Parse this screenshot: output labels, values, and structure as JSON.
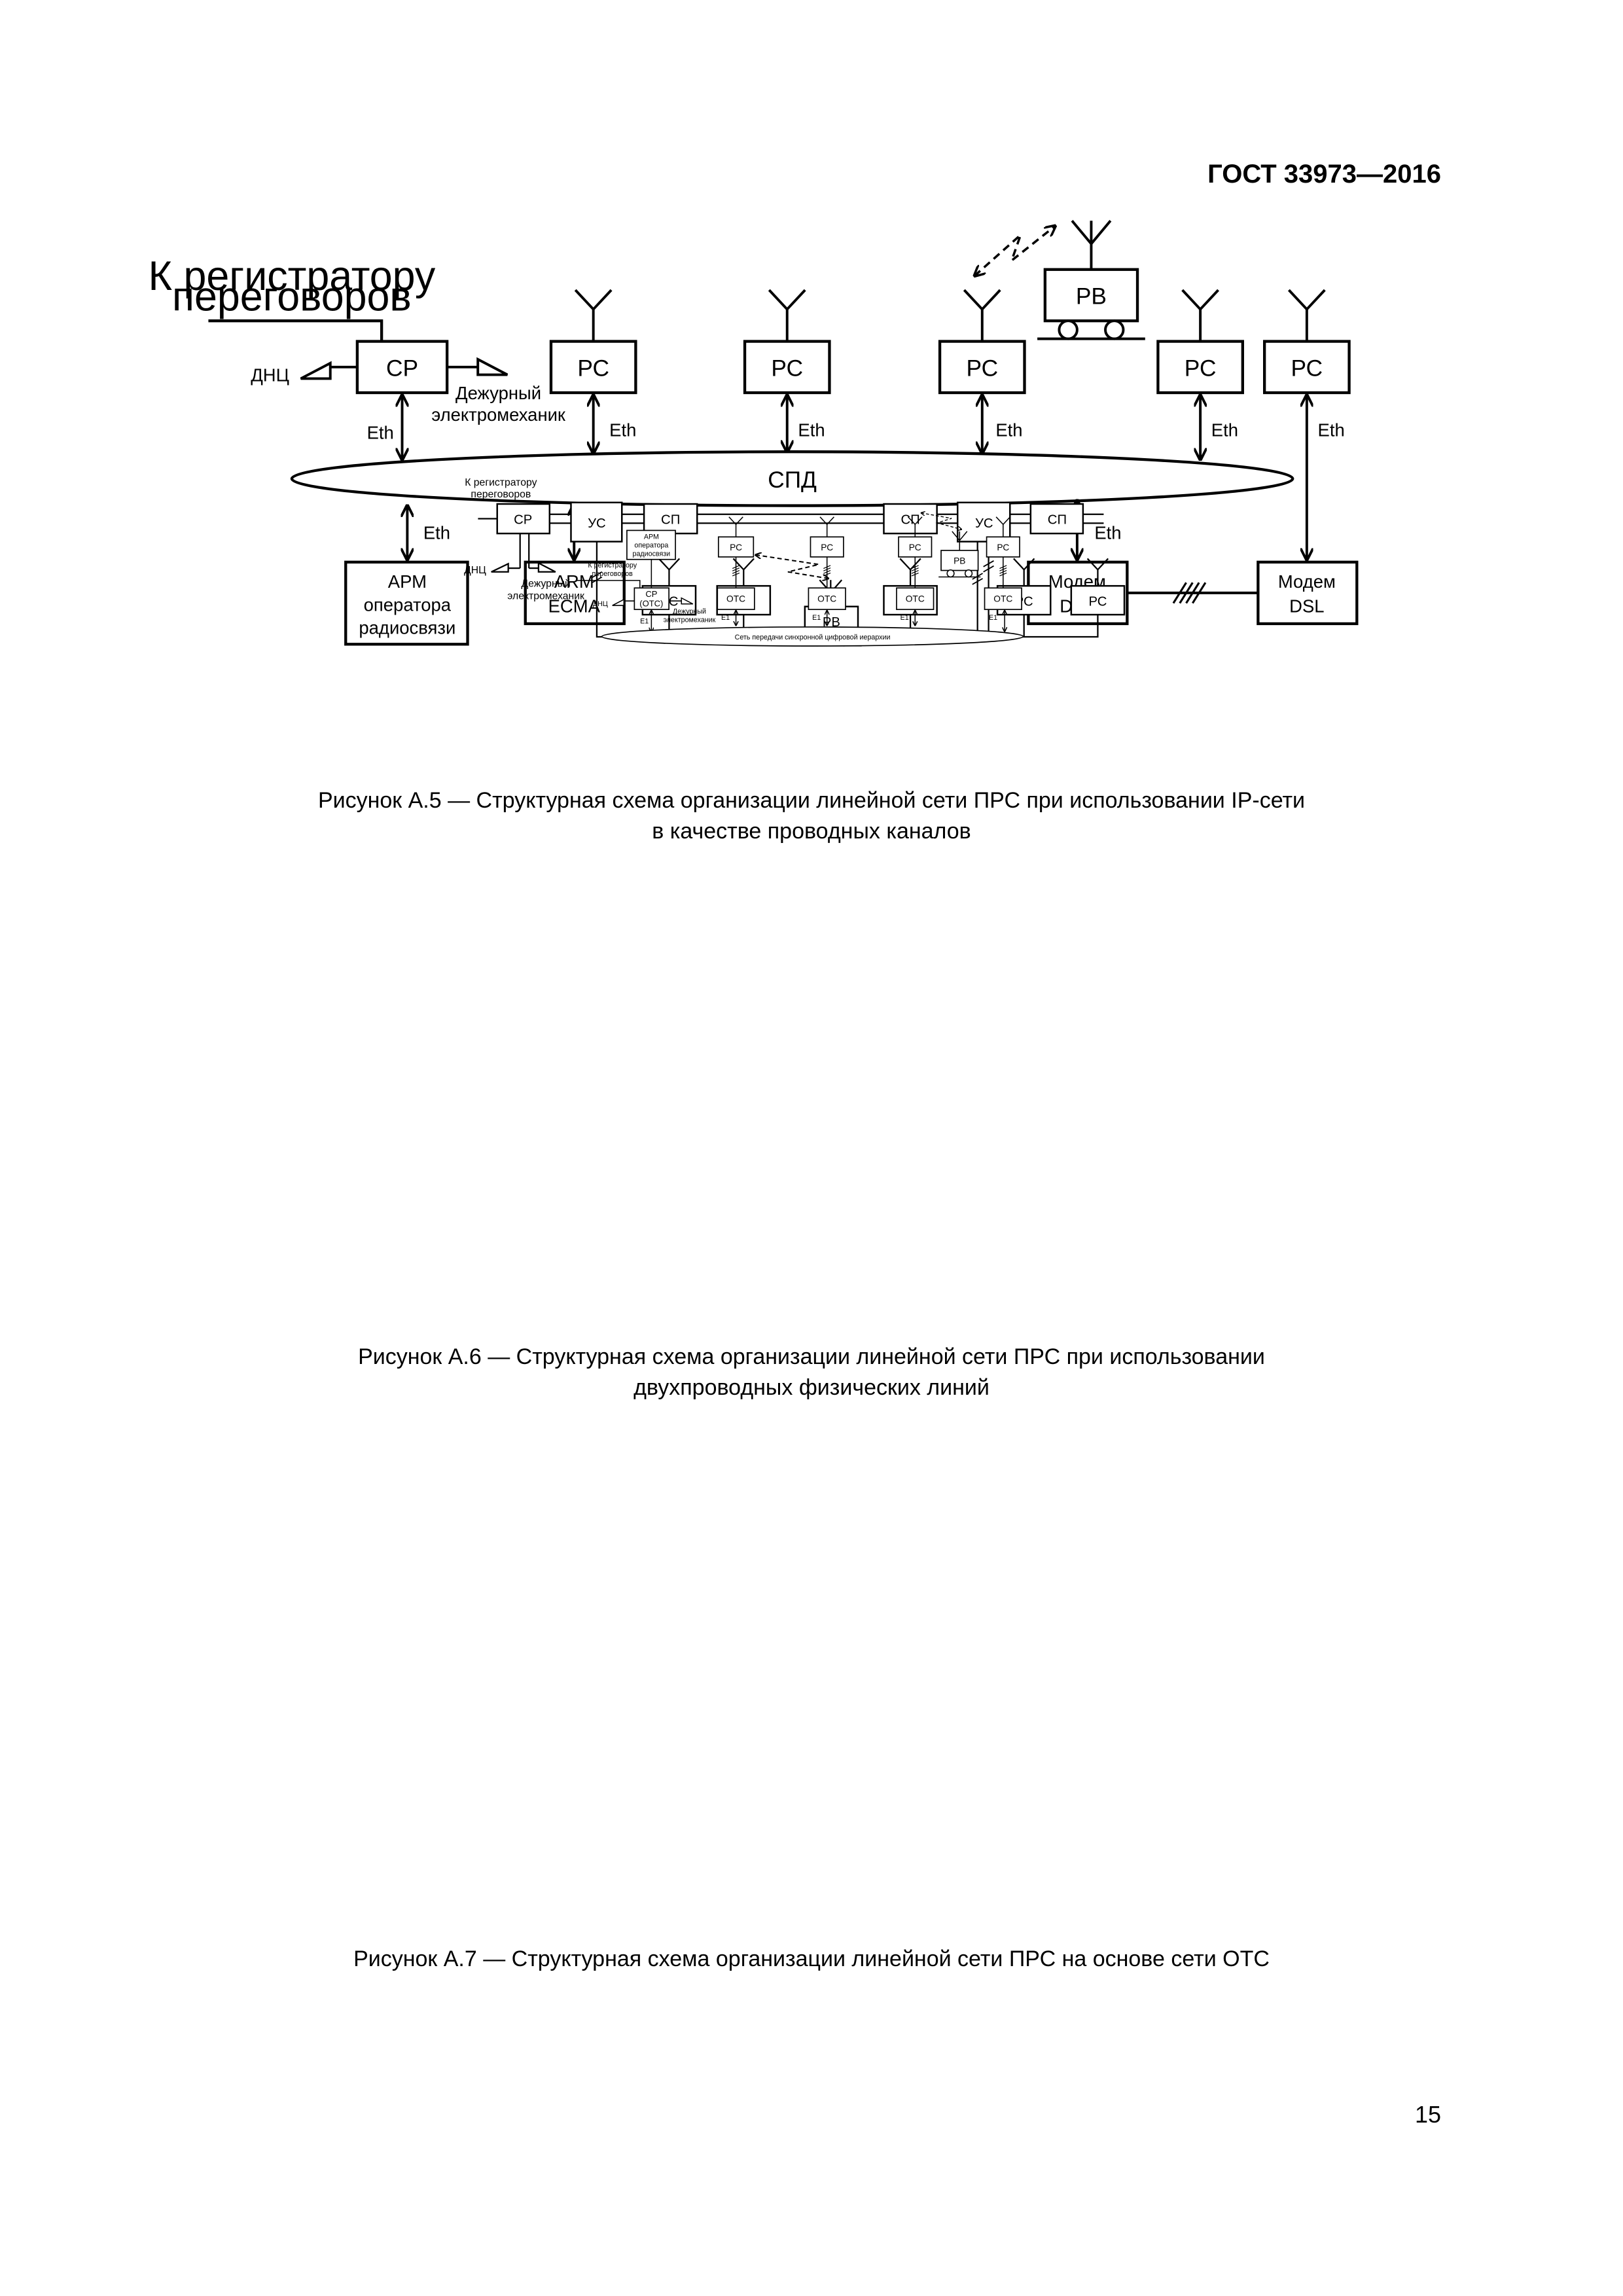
{
  "header": {
    "standard_number": "ГОСТ 33973—2016"
  },
  "page_number": "15",
  "figure_a5": {
    "caption_line1": "Рисунок А.5 — Структурная схема организации линейной сети ПРС при использовании IP-сети",
    "caption_line2": "в качестве проводных каналов",
    "to_registrator_line1": "К регистратору",
    "to_registrator_line2": "переговоров",
    "dnc": "ДНЦ",
    "sr": "СР",
    "electromechanic_line1": "Дежурный",
    "electromechanic_line2": "электромеханик",
    "rs": "РС",
    "rv": "РВ",
    "eth": "Eth",
    "spd": "СПД",
    "arm_operator_line1": "АРМ",
    "arm_operator_line2": "оператора",
    "arm_operator_line3": "радиосвязи",
    "arm_ecma_line1": "ARM",
    "arm_ecma_line2": "ECMA",
    "modem_line1": "Модем",
    "modem_line2": "DSL"
  },
  "figure_a6": {
    "caption_line1": "Рисунок А.6 — Структурная схема организации линейной сети ПРС при использовании",
    "caption_line2": "двухпроводных физических линий",
    "to_registrator_line1": "К регистратору",
    "to_registrator_line2": "переговоров",
    "sr": "СР",
    "us": "УС",
    "sp": "СП",
    "dnc": "ДНЦ",
    "electromechanic_line1": "Дежурный",
    "electromechanic_line2": "электромеханик",
    "rs": "РС",
    "rv": "РВ"
  },
  "figure_a7": {
    "caption_line1": "Рисунок А.7 — Структурная схема организации линейной сети ПРС на основе сети ОТС",
    "arm_operator_line1": "АРМ",
    "arm_operator_line2": "оператора",
    "arm_operator_line3": "радиосвязи",
    "to_registrator_line1": "К регистратору",
    "to_registrator_line2": "переговоров",
    "sr_line1": "СР",
    "sr_line2": "(ОТС)",
    "dnc": "ДНЦ",
    "electromechanic_line1": "Дежурный",
    "electromechanic_line2": "электромеханик",
    "rs": "РС",
    "rv": "РВ",
    "ots": "ОТС",
    "e1": "E1",
    "sdh_network": "Сеть передачи синхронной цифровой иерархии"
  }
}
